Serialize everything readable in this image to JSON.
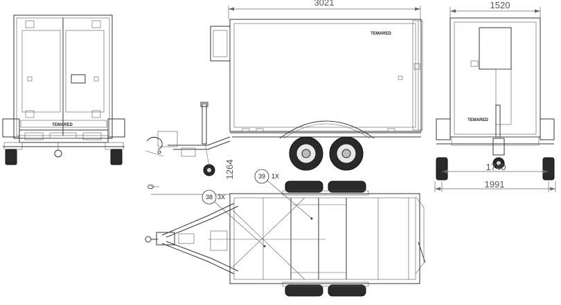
{
  "dimensions": {
    "length": "3021",
    "width_top": "1520",
    "height": "1264",
    "height_origin": "0",
    "track": "1740",
    "overall_width": "1991"
  },
  "callouts": [
    {
      "number": "39",
      "qty": "1X"
    },
    {
      "number": "38",
      "qty": "3X"
    }
  ],
  "brand": "TEMARED"
}
